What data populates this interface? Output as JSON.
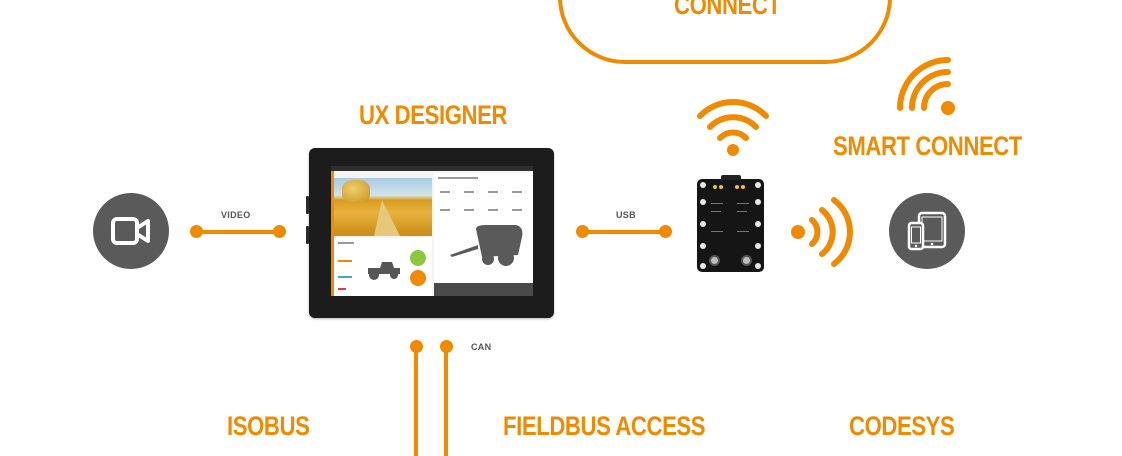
{
  "diagram": {
    "title_cloud": "CONNECT",
    "nodes": {
      "display": {
        "label": "UX DESIGNER"
      },
      "smart_connect": {
        "label": "SMART CONNECT"
      },
      "isobus": {
        "label": "ISOBUS"
      },
      "fieldbus": {
        "label": "FIELDBUS ACCESS"
      },
      "codesys": {
        "label": "CODESYS"
      }
    },
    "connections": [
      {
        "from": "camera",
        "to": "display",
        "label": "VIDEO"
      },
      {
        "from": "display",
        "to": "module",
        "label": "USB"
      },
      {
        "from": "display",
        "to": "bus",
        "label": "CAN"
      },
      {
        "from": "module",
        "to": "mobile-devices",
        "label": ""
      }
    ],
    "icons": {
      "camera": "video-camera-icon",
      "mobile": "tablet-phone-icon",
      "wifi_module": "wifi-icon",
      "wifi_smart": "wifi-corner-icon",
      "wireless_signal": "wireless-signal-icon"
    },
    "colors": {
      "accent": "#f08a00",
      "icon_bg": "#5a5a5a",
      "device": "#1c1c1c"
    }
  }
}
